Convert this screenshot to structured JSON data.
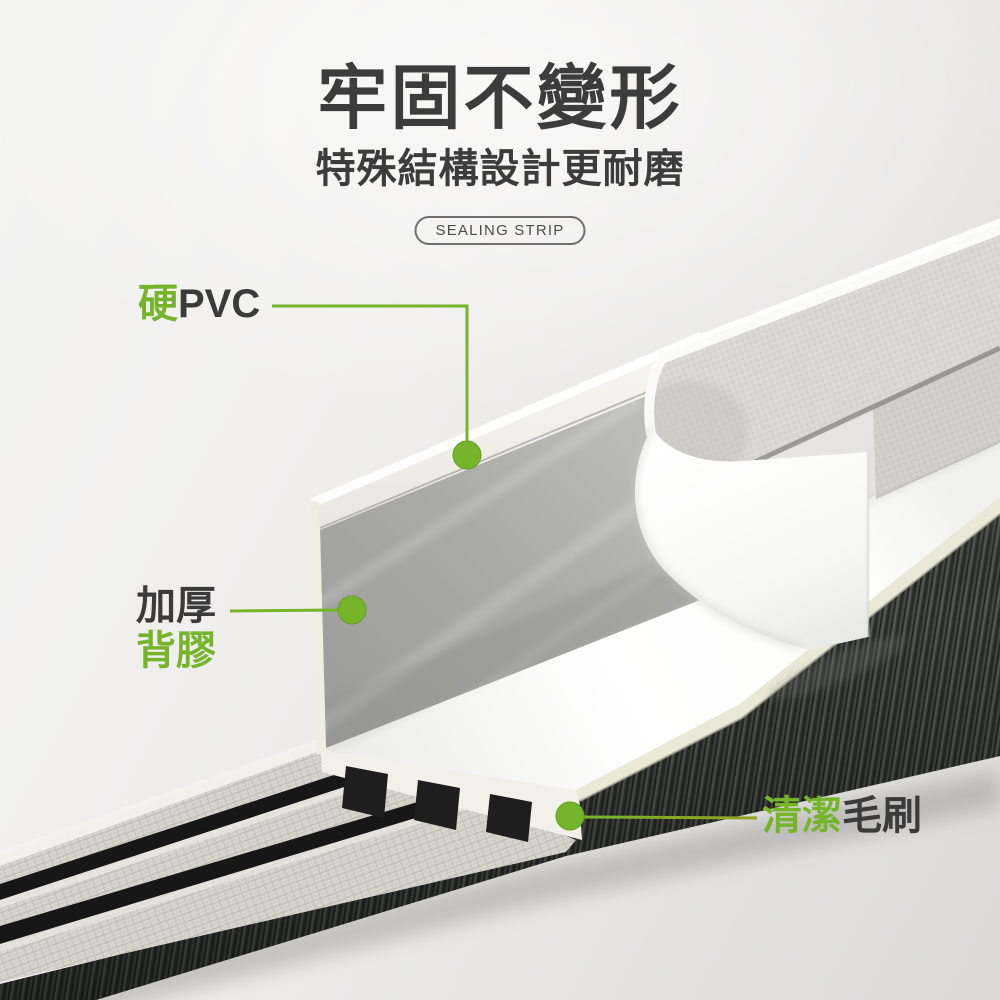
{
  "header": {
    "title": "牢固不變形",
    "subtitle": "特殊結構設計更耐磨",
    "badge_label": "SEALING STRIP"
  },
  "callouts": {
    "pvc": {
      "highlight": "硬",
      "rest": "PVC"
    },
    "adhesive": {
      "line1": "加厚",
      "line2": "背膠"
    },
    "brush": {
      "highlight": "清潔",
      "rest": "毛刷"
    }
  },
  "colors": {
    "accent_green": "#76b42c",
    "text_dark": "#3c3c3c",
    "badge_text": "#4c4c4c",
    "badge_border": "#707070",
    "brush_dark": "#3a3d3a",
    "adhesive_gray": "#a8a8a6",
    "pvc_cream": "#f2f1e9",
    "liner_white": "#fdfdfc"
  }
}
